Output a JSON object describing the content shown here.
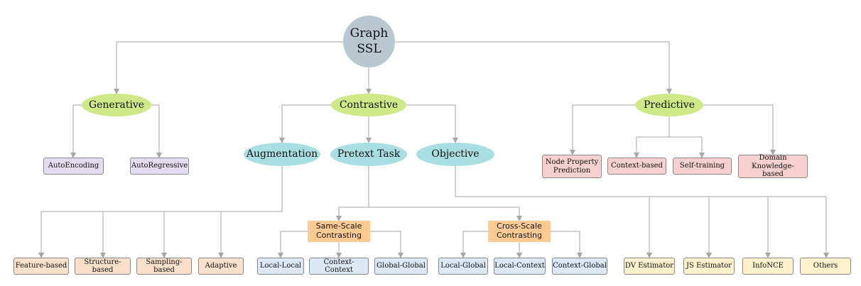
{
  "diagram": {
    "root": {
      "label_line1": "Graph",
      "label_line2": "SSL"
    },
    "level1": {
      "generative": "Generative",
      "contrastive": "Contrastive",
      "predictive": "Predictive"
    },
    "level2": {
      "augmentation": "Augmentation",
      "pretext_task": "Pretext Task",
      "objective": "Objective"
    },
    "generative_leaves": [
      "AutoEncoding",
      "AutoRegressive"
    ],
    "predictive_leaves": [
      {
        "line1": "Node Property",
        "line2": "Prediction"
      },
      {
        "line1": "Context-based",
        "line2": ""
      },
      {
        "line1": "Self-training",
        "line2": ""
      },
      {
        "line1": "Domain Knowledge-",
        "line2": "based"
      }
    ],
    "augmentation_leaves": [
      "Feature-based",
      "Structure-based",
      "Sampling-based",
      "Adaptive"
    ],
    "pretext_groups": {
      "same_scale": {
        "line1": "Same-Scale",
        "line2": "Contrasting"
      },
      "cross_scale": {
        "line1": "Cross-Scale",
        "line2": "Contrasting"
      }
    },
    "same_scale_leaves": [
      "Local-Local",
      "Context-Context",
      "Global-Global"
    ],
    "cross_scale_leaves": [
      "Local-Global",
      "Local-Context",
      "Context-Global"
    ],
    "objective_leaves": [
      "DV Estimator",
      "JS Estimator",
      "InfoNCE",
      "Others"
    ],
    "colors": {
      "root": "#b9c7d1",
      "level1": "#cfe888",
      "level2": "#a9dfe2",
      "generative_leaf": "#e4dcef",
      "predictive_leaf": "#f7d0d0",
      "augmentation_leaf": "#fbe1cb",
      "pretext_group": "#ffcb93",
      "pretext_leaf": "#dde8f6",
      "objective_leaf": "#fff2cc",
      "edge": "#a6a6a6"
    }
  }
}
